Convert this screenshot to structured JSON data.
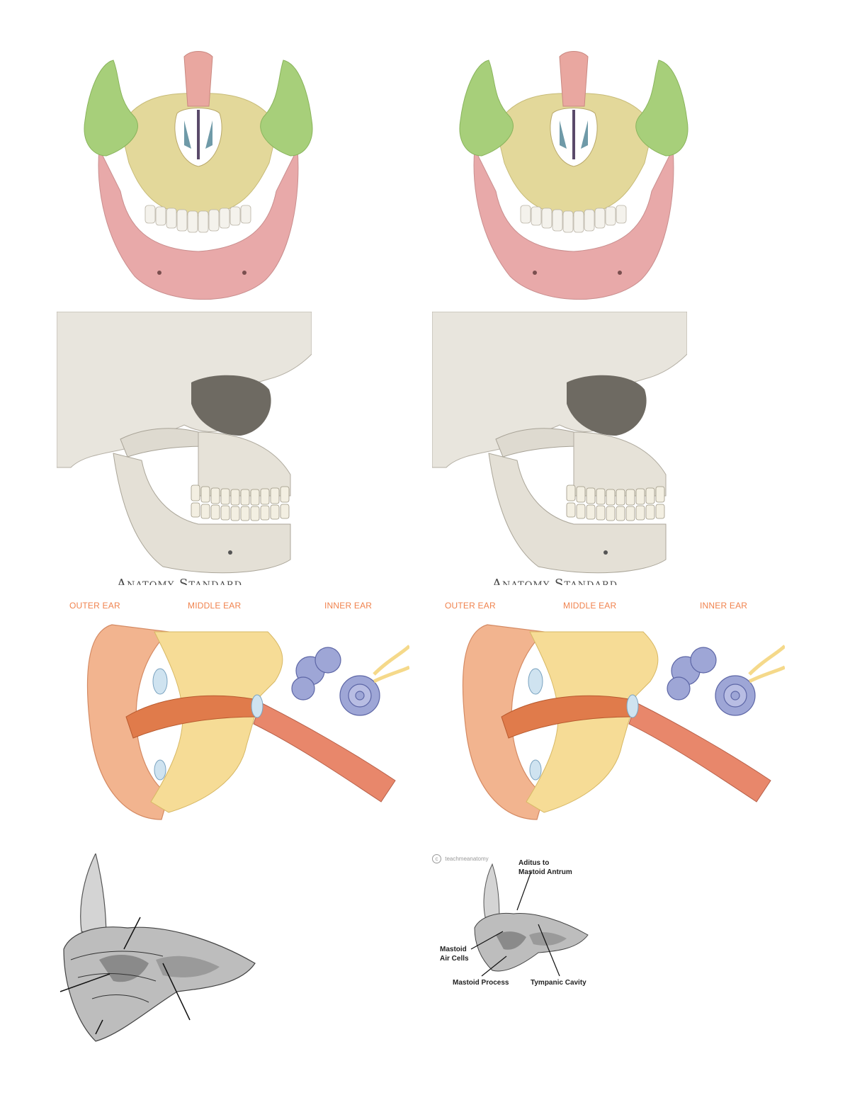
{
  "skull_watermark": "Anatomy Standard",
  "ear_labels": {
    "outer": "OUTER EAR",
    "middle": "MIDDLE EAR",
    "inner": "INNER EAR"
  },
  "temporal_labels": {
    "logo_text": "teachmeanatomy",
    "aditus": "Aditus to",
    "aditus_2": "Mastoid Antrum",
    "mastoid_air": "Mastoid",
    "mastoid_air_2": "Air Cells",
    "mastoid_process": "Mastoid Process",
    "tympanic": "Tympanic Cavity"
  },
  "colors": {
    "mandible": "#e8a9a9",
    "maxilla": "#e3d89a",
    "zygomatic": "#a7cf7a",
    "nasal": "#e9a7a0",
    "bone": "#e9e6df",
    "ear_skin": "#f2b48f",
    "ear_bone": "#f6dc96",
    "inner_ear": "#9ea6d6",
    "label_orange": "#f0834e"
  }
}
